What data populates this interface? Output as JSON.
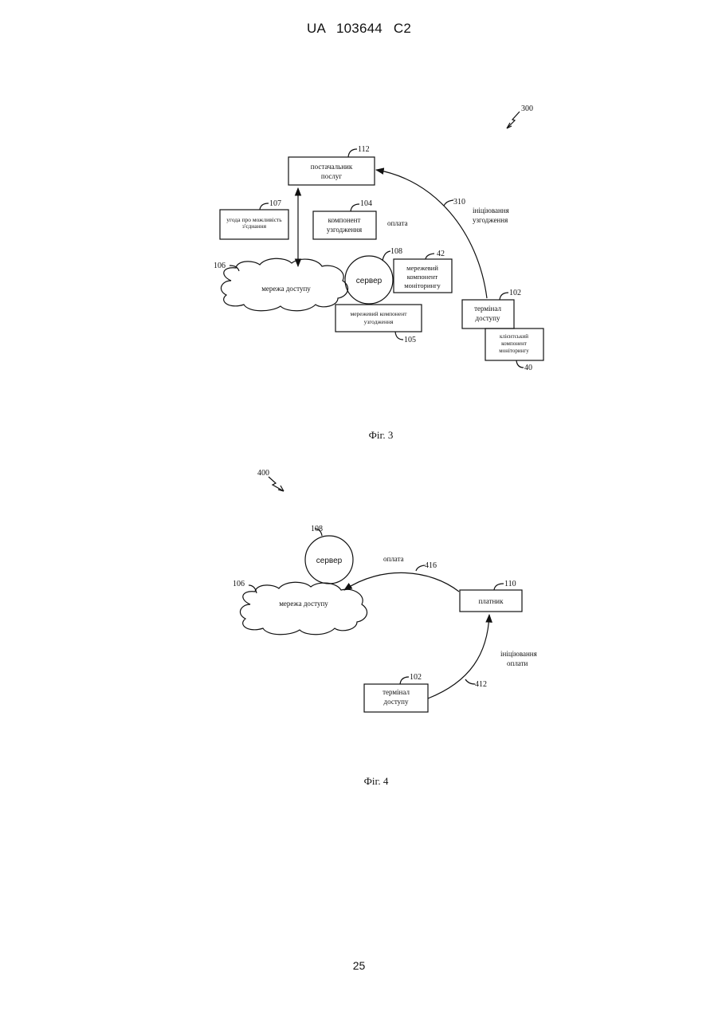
{
  "header": "UA   103644   C2",
  "page_number": "25",
  "fig3": {
    "caption": "Фіг. 3",
    "ref_300": "300",
    "provider": {
      "line1": "постачальник",
      "line2": "послуг",
      "ref": "112"
    },
    "agreement_box": {
      "line1": "угода про можливість",
      "line2": "з'єднання",
      "ref": "107"
    },
    "negotiation_component": {
      "line1": "компонент",
      "line2": "узгодження",
      "ref": "104"
    },
    "payment_label": "оплата",
    "network": {
      "label": "мережа доступу",
      "ref": "106"
    },
    "server": {
      "label": "сервер",
      "ref": "108"
    },
    "net_monitoring": {
      "line1": "мережевий",
      "line2": "компонент",
      "line3": "моніторингу",
      "ref": "42"
    },
    "net_negotiation": {
      "line1": "мережевий компонент",
      "line2": "узгодження",
      "ref": "105"
    },
    "terminal": {
      "line1": "термінал",
      "line2": "доступу",
      "ref": "102"
    },
    "client_monitoring": {
      "line1": "клієнтський",
      "line2": "компонент",
      "line3": "моніторингу",
      "ref": "40"
    },
    "arc": {
      "ref": "310",
      "line1": "ініціювання",
      "line2": "узгодження"
    }
  },
  "fig4": {
    "caption": "Фіг. 4",
    "ref_400": "400",
    "server": {
      "label": "сервер",
      "ref": "108"
    },
    "network": {
      "label": "мережа доступу",
      "ref": "106"
    },
    "payer": {
      "label": "платник",
      "ref": "110"
    },
    "payment_arc": {
      "label": "оплата",
      "ref": "416"
    },
    "terminal": {
      "line1": "термінал",
      "line2": "доступу",
      "ref": "102"
    },
    "init_arc": {
      "ref": "412",
      "line1": "ініціювання",
      "line2": "оплати"
    }
  }
}
